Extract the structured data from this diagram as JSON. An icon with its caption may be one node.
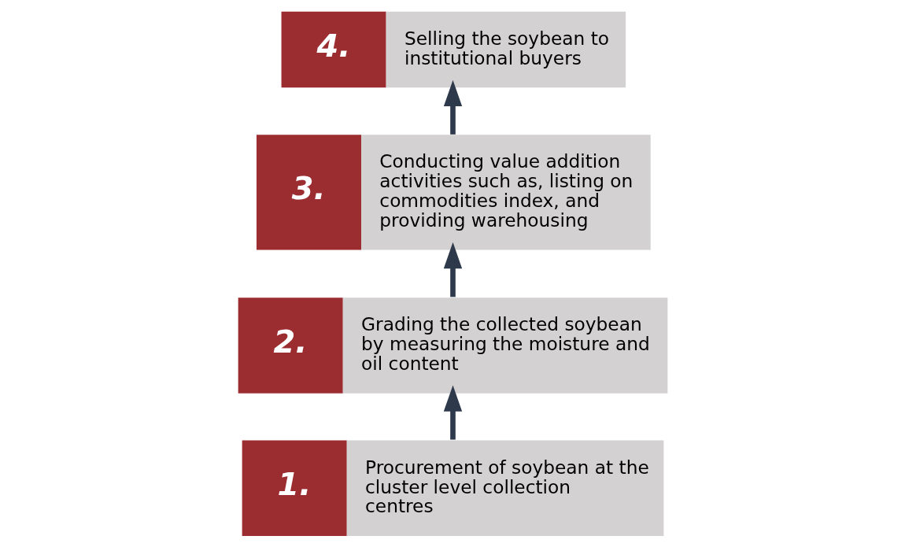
{
  "diagram": {
    "nodes": [
      {
        "text": [
          "1.",
          "Procurement of soybean at the cluster level collection centres"
        ]
      },
      {
        "text": [
          "2.",
          "Grading the collected soybean by measuring the moisture and oil content"
        ]
      },
      {
        "text": [
          "3.",
          "Conducting value addition activities such as, listing on commodities index, and providing warehousing"
        ]
      },
      {
        "text": [
          "4.",
          "Selling the soybean to institutional buyers"
        ]
      }
    ],
    "edges": [
      {
        "from": 0,
        "to": 1,
        "arrow": "to"
      },
      {
        "from": 1,
        "to": 2,
        "arrow": "to"
      },
      {
        "from": 2,
        "to": 3,
        "arrow": "to"
      }
    ]
  }
}
